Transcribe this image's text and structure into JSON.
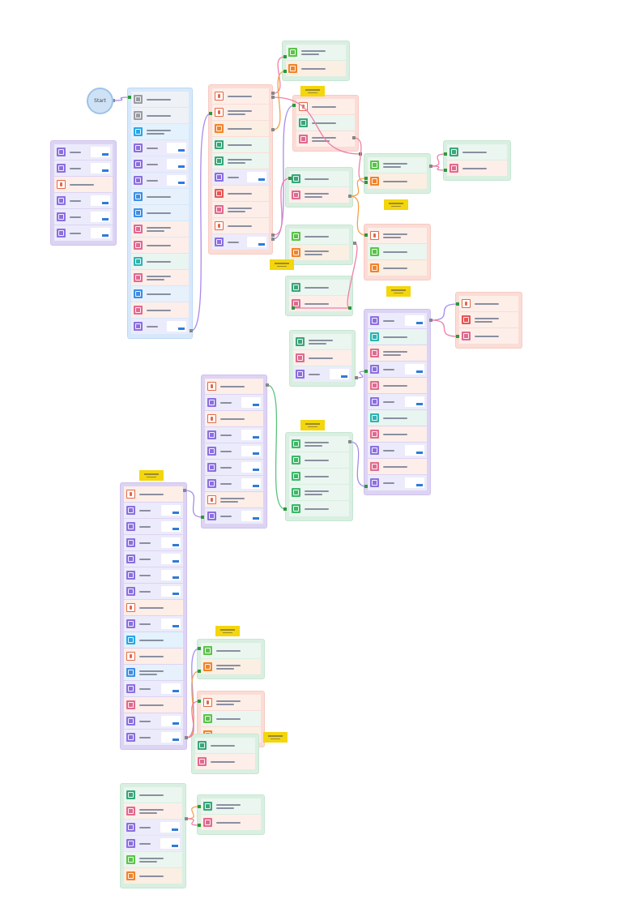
{
  "start": {
    "label": "Start"
  },
  "themes": {
    "purple": {
      "frame": "#ddd3f3",
      "border": "#cfc2ee"
    },
    "blue": {
      "frame": "#d7e8fb",
      "border": "#bcd8f6"
    },
    "red": {
      "frame": "#fbdcd6",
      "border": "#f7cbc2"
    },
    "green": {
      "frame": "#d9efe1",
      "border": "#c6e6d1"
    }
  },
  "row_kinds": {
    "p": {
      "icon": "puzzle-icon",
      "color": "#8b6fe0",
      "bg": "#ecebfb",
      "thumb": true
    },
    "r": {
      "icon": "document-icon",
      "color": "#e2694a",
      "bg": "#fdeee8",
      "outline": true
    },
    "g": {
      "icon": "link-icon",
      "color": "#3aa57a",
      "bg": "#eaf6ef"
    },
    "o": {
      "icon": "bell-icon",
      "color": "#f0842c",
      "bg": "#fbeee2"
    },
    "pk": {
      "icon": "image-icon",
      "color": "#e06a8f",
      "bg": "#fdeee9"
    },
    "b": {
      "icon": "flag-icon",
      "color": "#3d8ee6",
      "bg": "#e7f1fc"
    },
    "bo": {
      "icon": "bracket-icon",
      "color": "#3d8ee6",
      "bg": "#e7f1fc"
    },
    "c": {
      "icon": "frame-icon",
      "color": "#2fb3b3",
      "bg": "#e8f5f1"
    },
    "lg": {
      "icon": "grid-icon",
      "color": "#5cc24a",
      "bg": "#eaf6ef"
    },
    "sg": {
      "icon": "spreadsheet-icon",
      "color": "#3cb86a",
      "bg": "#eaf6ef"
    },
    "gr": {
      "icon": "plus-square-icon",
      "color": "#9a9ca3",
      "bg": "#eef1f6"
    },
    "cy": {
      "icon": "gear-icon",
      "color": "#2aa6e8",
      "bg": "#e3f2fc"
    },
    "rd": {
      "icon": "table-icon",
      "color": "#e85656",
      "bg": "#fdeee8"
    }
  },
  "groups": [
    {
      "theme": "purple",
      "rows": [
        "p",
        "p",
        "r",
        "p",
        "p",
        "p"
      ]
    },
    {
      "theme": "blue",
      "rows": [
        "gr",
        "gr",
        "cy",
        "p",
        "p",
        "p",
        "bo",
        "bo",
        "pk",
        "pk",
        "c",
        "pk",
        "b",
        "pk",
        "p"
      ]
    },
    {
      "theme": "red",
      "rows": [
        "r",
        "r",
        "o",
        "g",
        "g",
        "p",
        "rd",
        "pk",
        "r",
        "p"
      ]
    },
    {
      "theme": "green",
      "rows": [
        "lg",
        "o"
      ]
    },
    {
      "theme": "red",
      "rows": [
        "r",
        "g",
        "pk"
      ]
    },
    {
      "theme": "green",
      "rows": [
        "g",
        "pk"
      ]
    },
    {
      "theme": "green",
      "rows": [
        "lg",
        "o"
      ]
    },
    {
      "theme": "green",
      "rows": [
        "g",
        "pk"
      ]
    },
    {
      "theme": "green",
      "rows": [
        "lg",
        "o"
      ]
    },
    {
      "theme": "red",
      "rows": [
        "r",
        "lg",
        "o"
      ]
    },
    {
      "theme": "green",
      "rows": [
        "g",
        "pk"
      ]
    },
    {
      "theme": "red",
      "rows": [
        "r",
        "rd",
        "pk"
      ]
    },
    {
      "theme": "green",
      "rows": [
        "g",
        "pk",
        "p"
      ]
    },
    {
      "theme": "purple",
      "rows": [
        "p",
        "c",
        "pk",
        "p",
        "pk",
        "p",
        "c",
        "pk",
        "p",
        "pk",
        "p"
      ]
    },
    {
      "theme": "purple",
      "rows": [
        "r",
        "p",
        "r",
        "p",
        "p",
        "p",
        "p",
        "r",
        "p"
      ]
    },
    {
      "theme": "green",
      "rows": [
        "sg",
        "sg",
        "sg",
        "sg",
        "sg"
      ]
    },
    {
      "theme": "purple",
      "rows": [
        "r",
        "p",
        "p",
        "p",
        "p",
        "p",
        "p",
        "r",
        "p",
        "cy",
        "r",
        "b",
        "p",
        "pk",
        "p",
        "p"
      ]
    },
    {
      "theme": "green",
      "rows": [
        "lg",
        "o"
      ]
    },
    {
      "theme": "red",
      "rows": [
        "r",
        "lg",
        "o"
      ]
    },
    {
      "theme": "green",
      "rows": [
        "g",
        "pk"
      ]
    },
    {
      "theme": "green",
      "rows": [
        "g",
        "pk",
        "p",
        "p",
        "lg",
        "o"
      ]
    },
    {
      "theme": "green",
      "rows": [
        "g",
        "pk"
      ]
    }
  ],
  "wire_colors": {
    "purple": "#a78bea",
    "pink": "#ef7fa8",
    "orange": "#f3a24a",
    "green": "#5cc27e"
  }
}
